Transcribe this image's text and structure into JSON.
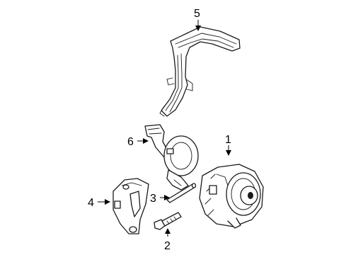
{
  "callouts": [
    {
      "id": "1",
      "text": "1",
      "part": "alternator"
    },
    {
      "id": "2",
      "text": "2",
      "part": "bolt"
    },
    {
      "id": "3",
      "text": "3",
      "part": "stud"
    },
    {
      "id": "4",
      "text": "4",
      "part": "bracket"
    },
    {
      "id": "5",
      "text": "5",
      "part": "air-duct"
    },
    {
      "id": "6",
      "text": "6",
      "part": "duct-adapter"
    }
  ]
}
